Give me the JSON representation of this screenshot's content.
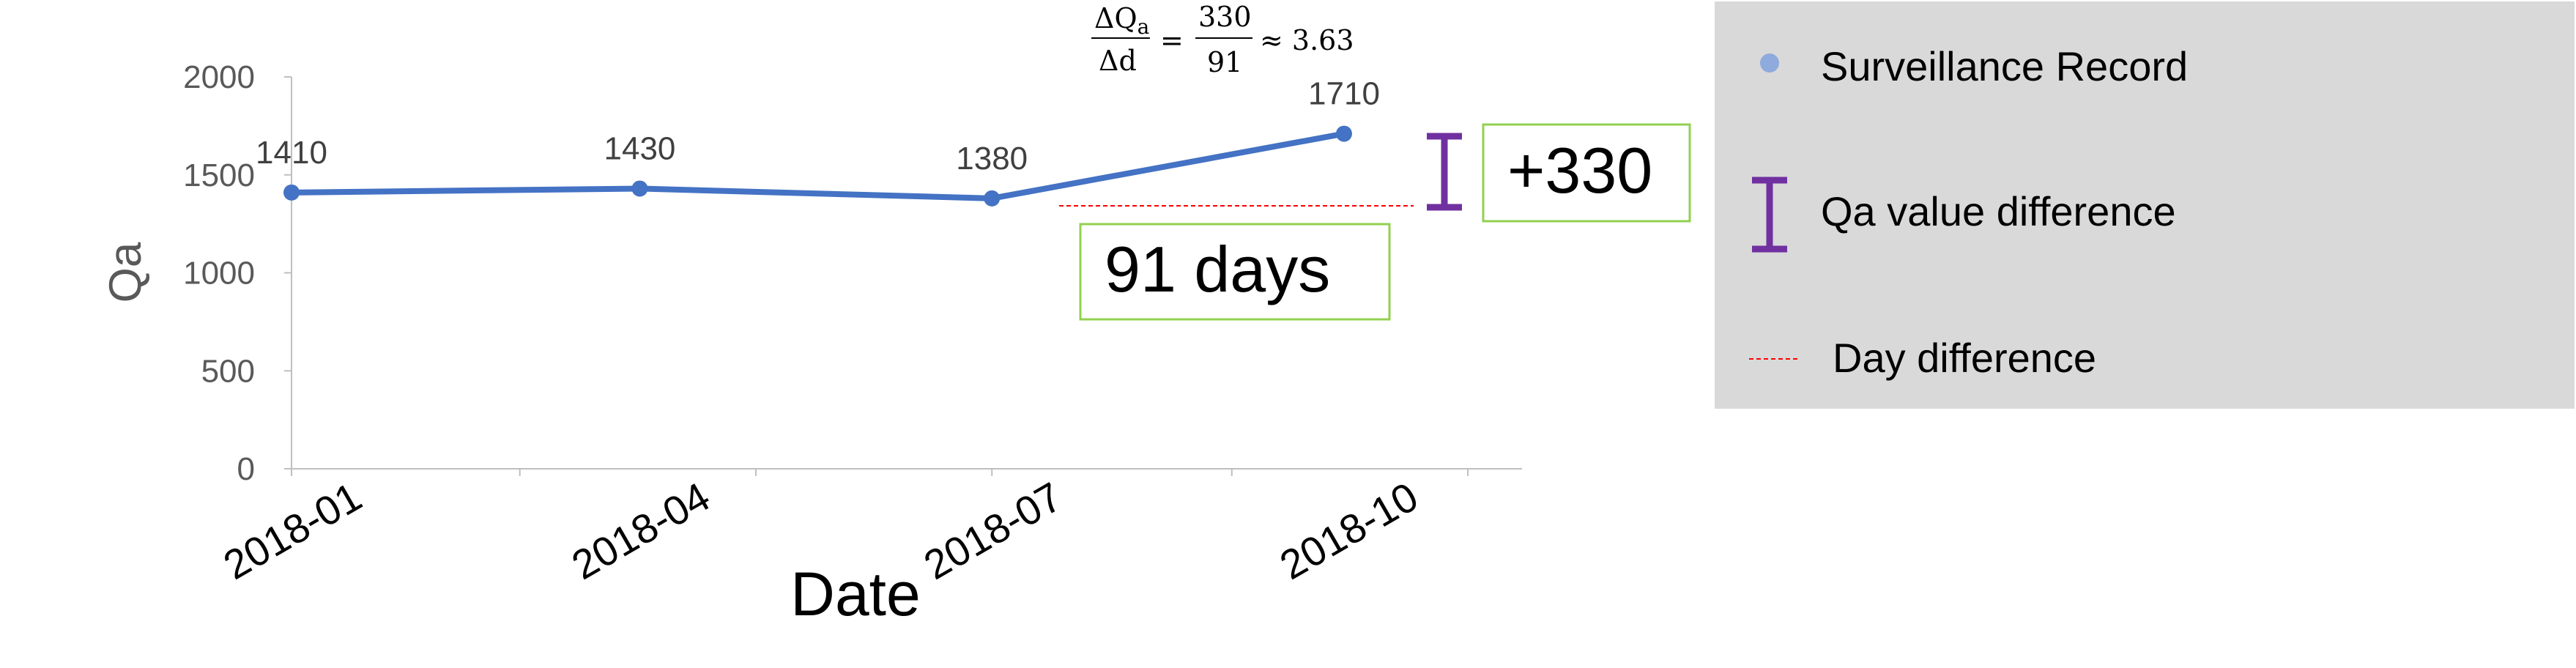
{
  "chart_data": {
    "type": "line",
    "xlabel": "Date",
    "ylabel": "Qa",
    "ylim": [
      0,
      2000
    ],
    "yticks": [
      "0",
      "500",
      "1000",
      "1500",
      "2000"
    ],
    "xticks": [
      "2018-01",
      "2018-04",
      "2018-07",
      "2018-10"
    ],
    "series": [
      {
        "name": "Surveillance Record",
        "points": [
          {
            "x": "2018-01-01",
            "y": 1410
          },
          {
            "x": "2018-04-01",
            "y": 1430
          },
          {
            "x": "2018-07-01",
            "y": 1380
          },
          {
            "x": "2018-09-30",
            "y": 1710
          }
        ],
        "data_labels": [
          "1410",
          "1430",
          "1380",
          "1710"
        ]
      }
    ],
    "annotations": {
      "day_difference_label": "91 days",
      "value_difference_label": "+330",
      "formula": {
        "numerator": "ΔQ",
        "numerator_sub": "a",
        "denominator": "Δd",
        "equals": "=",
        "frac_numerator": "330",
        "frac_denominator": "91",
        "approx": "≈ 3.63"
      }
    },
    "legend": {
      "position": "right",
      "entries": [
        "Surveillance Record",
        "Qa value difference",
        "Day difference"
      ]
    },
    "grid": false
  },
  "colors": {
    "line": "#4472C4",
    "marker": "#4472C4",
    "legend_marker": "#8FAADC",
    "error_bar": "#7030A0",
    "day_line": "#FF0000",
    "box_border": "#92D050",
    "legend_bg": "#D9D9D9",
    "axis": "#BFBFBF"
  }
}
